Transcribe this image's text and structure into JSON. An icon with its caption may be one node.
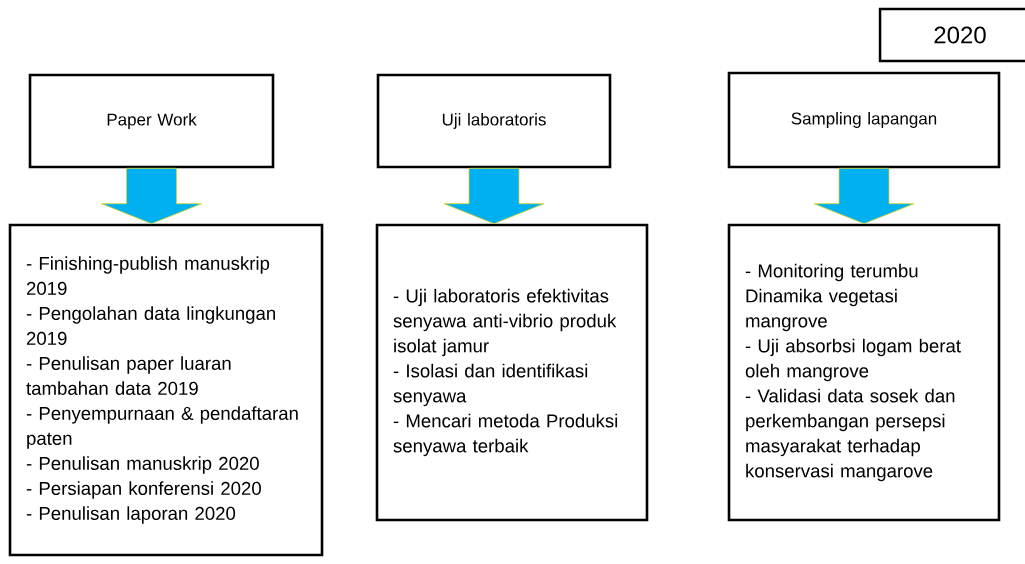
{
  "diagram": {
    "nodes": [
      {
        "text": [
          "2020"
        ]
      },
      {
        "text": [
          "Paper Work"
        ]
      },
      {
        "text": [
          "- Finishing-publish manuskrip 2019",
          "- Pengolahan data lingkungan 2019",
          "- Penulisan paper luaran tambahan data 2019",
          "- Penyempurnaan & pendaftaran paten",
          "- Penulisan manuskrip  2020",
          "- Persiapan konferensi 2020",
          "- Penulisan laporan 2020"
        ]
      },
      {
        "text": [
          "Uji laboratoris"
        ]
      },
      {
        "text": [
          "- Uji laboratoris efektivitas senyawa anti-vibrio produk isolat jamur",
          "- Isolasi dan identifikasi senyawa",
          "- Mencari metoda Produksi senyawa terbaik"
        ]
      },
      {
        "text": [
          "Sampling lapangan"
        ]
      },
      {
        "text": [
          "- Monitoring terumbu Dinamika vegetasi mangrove",
          "- Uji absorbsi logam berat oleh mangrove",
          "- Validasi data sosek dan perkembangan persepsi masyarakat terhadap konservasi mangarove"
        ]
      }
    ],
    "edges": [
      {
        "from": 1,
        "to": 2,
        "arrow": "to"
      },
      {
        "from": 3,
        "to": 4,
        "arrow": "to"
      },
      {
        "from": 5,
        "to": 6,
        "arrow": "to"
      }
    ]
  }
}
